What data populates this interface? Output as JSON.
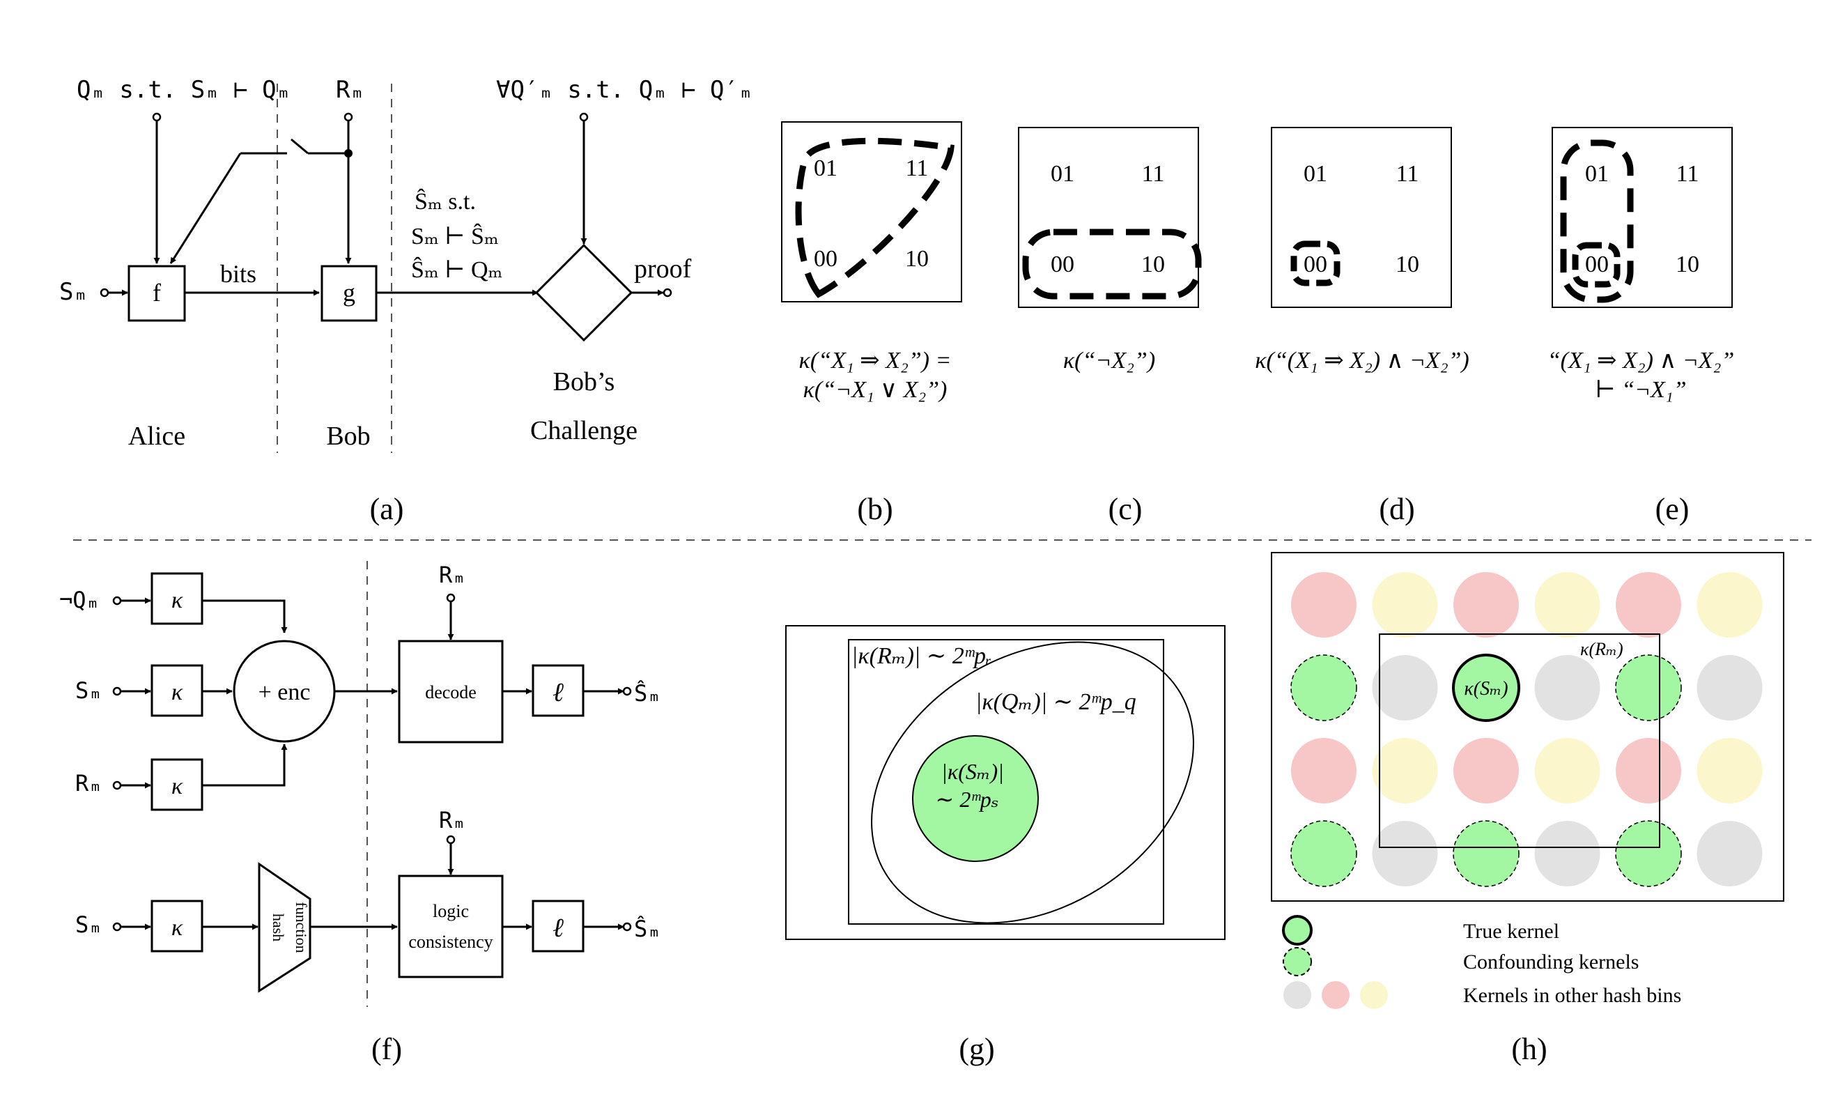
{
  "panel_a": {
    "caption": "(a)",
    "q_label": "Qₘ s.t. Sₘ ⊢ Qₘ",
    "r_label": "Rₘ",
    "forall_label": "∀Q′ₘ s.t. Qₘ ⊢ Q′ₘ",
    "s_label": "Sₘ",
    "f_label": "f",
    "g_label": "g",
    "bits_label": "bits",
    "shat_line1": "Ŝₘ s.t.",
    "shat_line2": "Sₘ ⊢ Ŝₘ",
    "shat_line3": "Ŝₘ ⊢ Qₘ",
    "proof_label": "proof",
    "alice_label": "Alice",
    "bob_label": "Bob",
    "bobs_label": "Bob’s",
    "challenge_label": "Challenge"
  },
  "venn_panels": [
    {
      "caption": "(b)",
      "cells": [
        "01",
        "11",
        "00",
        "10"
      ],
      "formula_line1": "κ(“X₁ ⇒ X₂”) =",
      "formula_line2": "κ(“¬X₁ ∨ X₂”)"
    },
    {
      "caption": "(c)",
      "cells": [
        "01",
        "11",
        "00",
        "10"
      ],
      "formula_line1": "κ(“¬X₂”)",
      "formula_line2": ""
    },
    {
      "caption": "(d)",
      "cells": [
        "01",
        "11",
        "00",
        "10"
      ],
      "formula_line1": "κ(“(X₁ ⇒ X₂) ∧ ¬X₂”)",
      "formula_line2": ""
    },
    {
      "caption": "(e)",
      "cells": [
        "01",
        "11",
        "00",
        "10"
      ],
      "formula_line1": "“(X₁ ⇒ X₂) ∧ ¬X₂”",
      "formula_line2": "⊢ “¬X₁”"
    }
  ],
  "panel_f": {
    "caption": "(f)",
    "neg_q_label": "¬Qₘ",
    "s_label": "Sₘ",
    "r_label": "Rₘ",
    "kappa": "κ",
    "plus_enc": "+ enc",
    "minus": "−",
    "rm_top": "Rₘ",
    "decode_label": "decode",
    "ell": "ℓ",
    "shat_out": "Ŝₘ",
    "s_bottom": "Sₘ",
    "hash_line1": "hash",
    "hash_line2": "function",
    "rm_bottom": "Rₘ",
    "logic_line1": "logic",
    "logic_line2": "consistency",
    "shat_out2": "Ŝₘ"
  },
  "panel_g": {
    "caption": "(g)",
    "r_label": "|κ(Rₘ)| ∼ 2ᵐpᵣ",
    "q_label": "|κ(Qₘ)| ∼ 2ᵐp_q",
    "s_label_line1": "|κ(Sₘ)|",
    "s_label_line2": "∼ 2ᵐpₛ",
    "green": "#a3f7a3"
  },
  "panel_h": {
    "caption": "(h)",
    "grid": [
      [
        "red",
        "yellow",
        "red",
        "yellow",
        "red",
        "yellow"
      ],
      [
        "green",
        "gray",
        "true",
        "gray",
        "green",
        "gray"
      ],
      [
        "red",
        "yellow",
        "red",
        "yellow",
        "red",
        "yellow"
      ],
      [
        "green",
        "gray",
        "green",
        "gray",
        "green",
        "gray"
      ]
    ],
    "colors": {
      "red": "#f7c6c6",
      "yellow": "#fbf6cc",
      "gray": "#e2e2e2",
      "green": "#a3f7a3"
    },
    "true_kernel_label": "κ(Sₘ)",
    "rm_label": "κ(Rₘ)",
    "legend": [
      {
        "label": "True kernel"
      },
      {
        "label": "Confounding kernels"
      },
      {
        "label": "Kernels in other hash bins"
      }
    ]
  }
}
